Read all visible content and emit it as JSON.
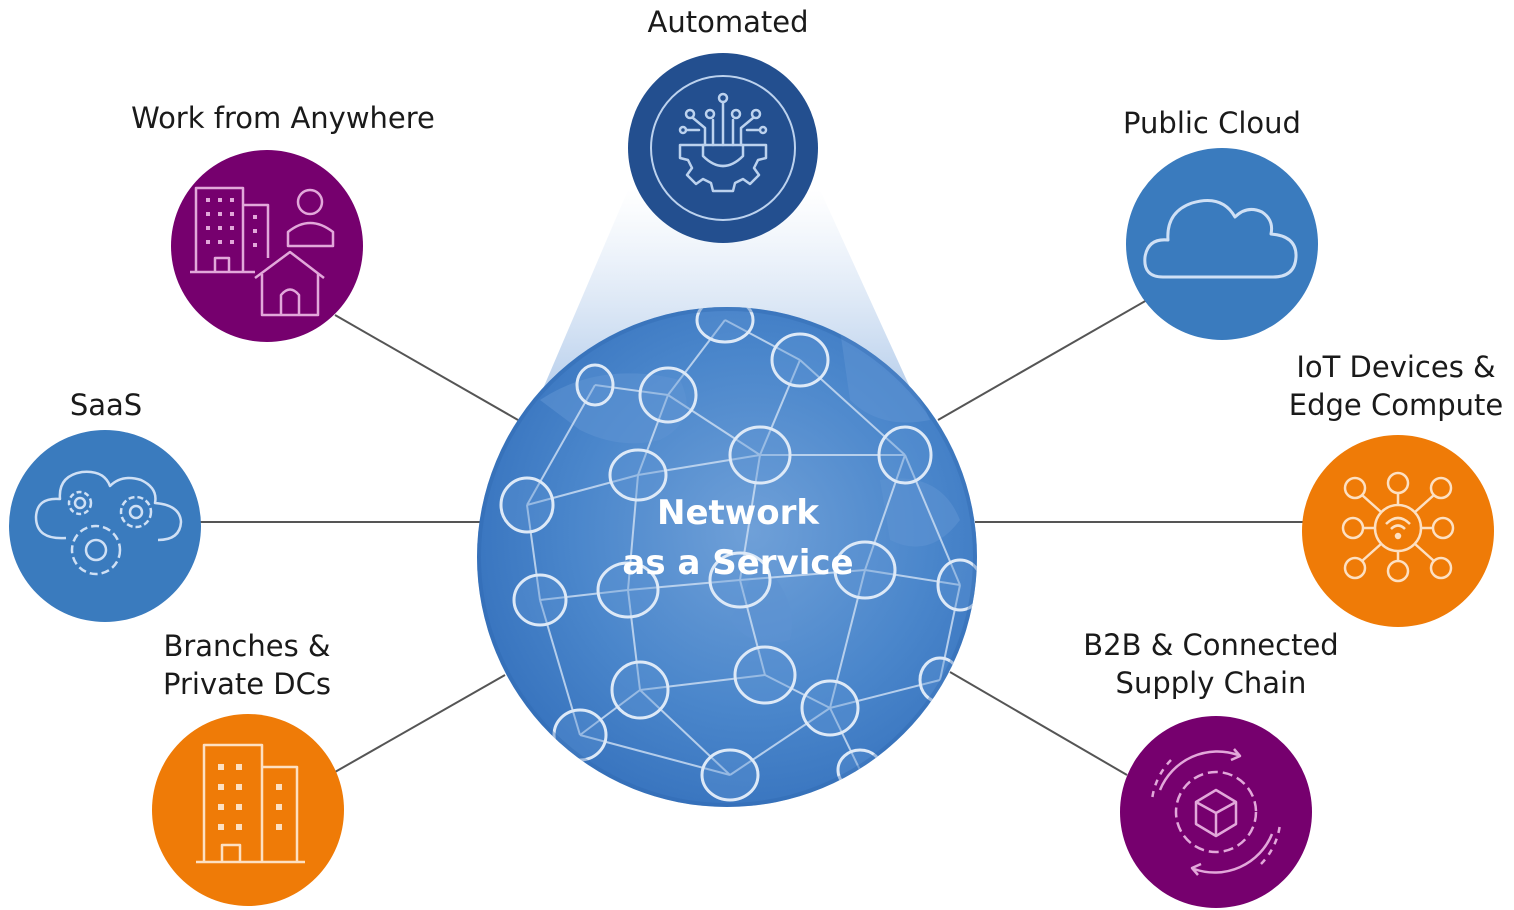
{
  "center": {
    "title_line1": "Network",
    "title_line2": "as a Service"
  },
  "nodes": {
    "automated": {
      "label": "Automated",
      "color": "#234f8f",
      "icon": "automation-gear-icon"
    },
    "work_from_anywhere": {
      "label": "Work from Anywhere",
      "color": "#76006e",
      "icon": "office-home-user-icon"
    },
    "public_cloud": {
      "label": "Public Cloud",
      "color": "#3a7bbe",
      "icon": "cloud-icon"
    },
    "saas": {
      "label": "SaaS",
      "color": "#3a7bbe",
      "icon": "cloud-gears-icon"
    },
    "iot_edge": {
      "label_line1": "IoT Devices &",
      "label_line2": "Edge Compute",
      "color": "#ef7b07",
      "icon": "iot-hub-icon"
    },
    "branches_dcs": {
      "label_line1": "Branches &",
      "label_line2": "Private DCs",
      "color": "#ef7b07",
      "icon": "building-icon"
    },
    "b2b_supply_chain": {
      "label_line1": "B2B & Connected",
      "label_line2": "Supply Chain",
      "color": "#76006e",
      "icon": "supply-cycle-icon"
    }
  },
  "globe_colors": {
    "main": "#3d7bc6",
    "light": "#6d9fd8",
    "connector": "#555555"
  }
}
